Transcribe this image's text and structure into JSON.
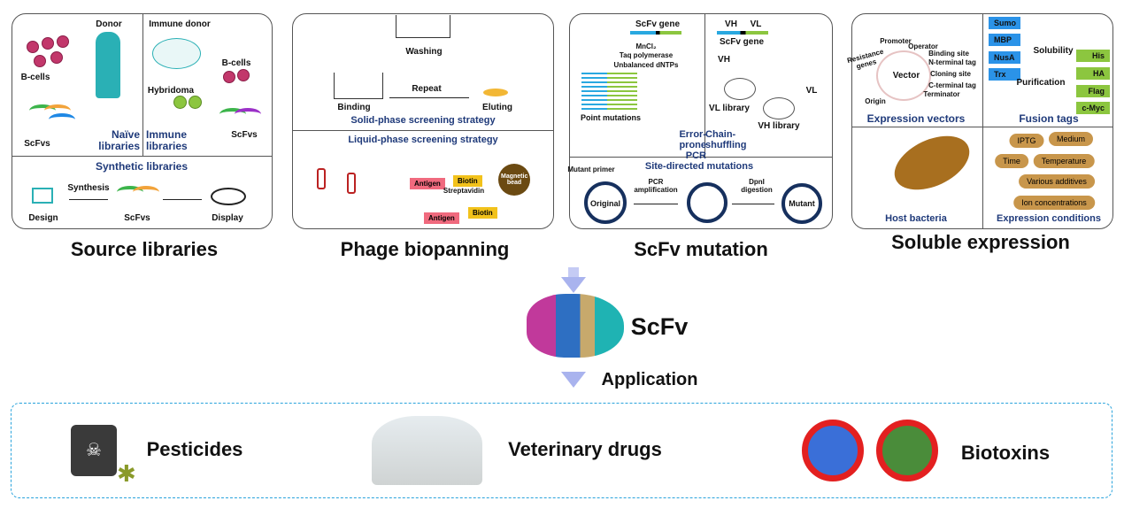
{
  "source": {
    "title": "Source libraries",
    "donor": "Donor",
    "bcells": "B-cells",
    "scfvs": "ScFvs",
    "naive": "Naïve libraries",
    "immune_donor": "Immune donor",
    "bcells2": "B-cells",
    "hybridoma": "Hybridoma",
    "scfvs2": "ScFvs",
    "immune": "Immune libraries",
    "synthetic": "Synthetic libraries",
    "synthesis": "Synthesis",
    "design": "Design",
    "scfvs3": "ScFvs",
    "display": "Display"
  },
  "biopanning": {
    "title": "Phage biopanning",
    "washing": "Washing",
    "binding": "Binding",
    "repeat": "Repeat",
    "eluting": "Eluting",
    "solid": "Solid-phase screening strategy",
    "liquid": "Liquid-phase screening strategy",
    "antigen1": "Antigen",
    "biotin1": "Biotin",
    "streptavidin": "Streptavidin",
    "bead": "Magnetic bead",
    "antigen2": "Antigen",
    "biotin2": "Biotin"
  },
  "mutation": {
    "title": "ScFv mutation",
    "scfv_gene": "ScFv gene",
    "reagents": [
      "MnCl₂",
      "Taq polymerase",
      "Unbalanced dNTPs"
    ],
    "point": "Point mutations",
    "epcr": "Error-prone PCR",
    "vh": "VH",
    "vl": "VL",
    "scfv_gene2": "ScFv gene",
    "vh2": "VH",
    "vl_lib": "VL library",
    "vh_lib": "VH library",
    "vl2": "VL",
    "chain": "Chain-shuffling",
    "site": "Site-directed mutations",
    "primer": "Mutant primer",
    "original": "Original",
    "pcr": "PCR amplification",
    "dpni": "DpnI digestion",
    "mutant": "Mutant"
  },
  "expression": {
    "title": "Soluble expression",
    "vector": "Vector",
    "promoter": "Promoter",
    "operator": "Operator",
    "binding_site": "Binding site",
    "nterm": "N-terminal tag",
    "cloning": "Cloning site",
    "cterm": "C-terminal tag",
    "terminator": "Terminator",
    "resistance": "Resistance genes",
    "origin": "Origin",
    "vectors": "Expression vectors",
    "solubility_tags": [
      "Sumo",
      "MBP",
      "NusA",
      "Trx"
    ],
    "solubility": "Solubility",
    "purification": "Purification",
    "purification_tags": [
      "His",
      "HA",
      "Flag",
      "c-Myc"
    ],
    "fusion": "Fusion tags",
    "host": "Host bacteria",
    "conditions": [
      "IPTG",
      "Medium",
      "Time",
      "Temperature",
      "Various additives",
      "Ion concentrations"
    ],
    "conditions_title": "Expression conditions"
  },
  "center": {
    "scfv": "ScFv",
    "application": "Application"
  },
  "applications": [
    "Pesticides",
    "Veterinary drugs",
    "Biotoxins"
  ],
  "colors": {
    "heading": "#1f3a7a",
    "arrow": "#a9b3ee",
    "dashed": "#29a3dc",
    "condition": "#c8964b",
    "solubility_tag": "#2b93e8",
    "purification_tag": "#8cc63f"
  }
}
